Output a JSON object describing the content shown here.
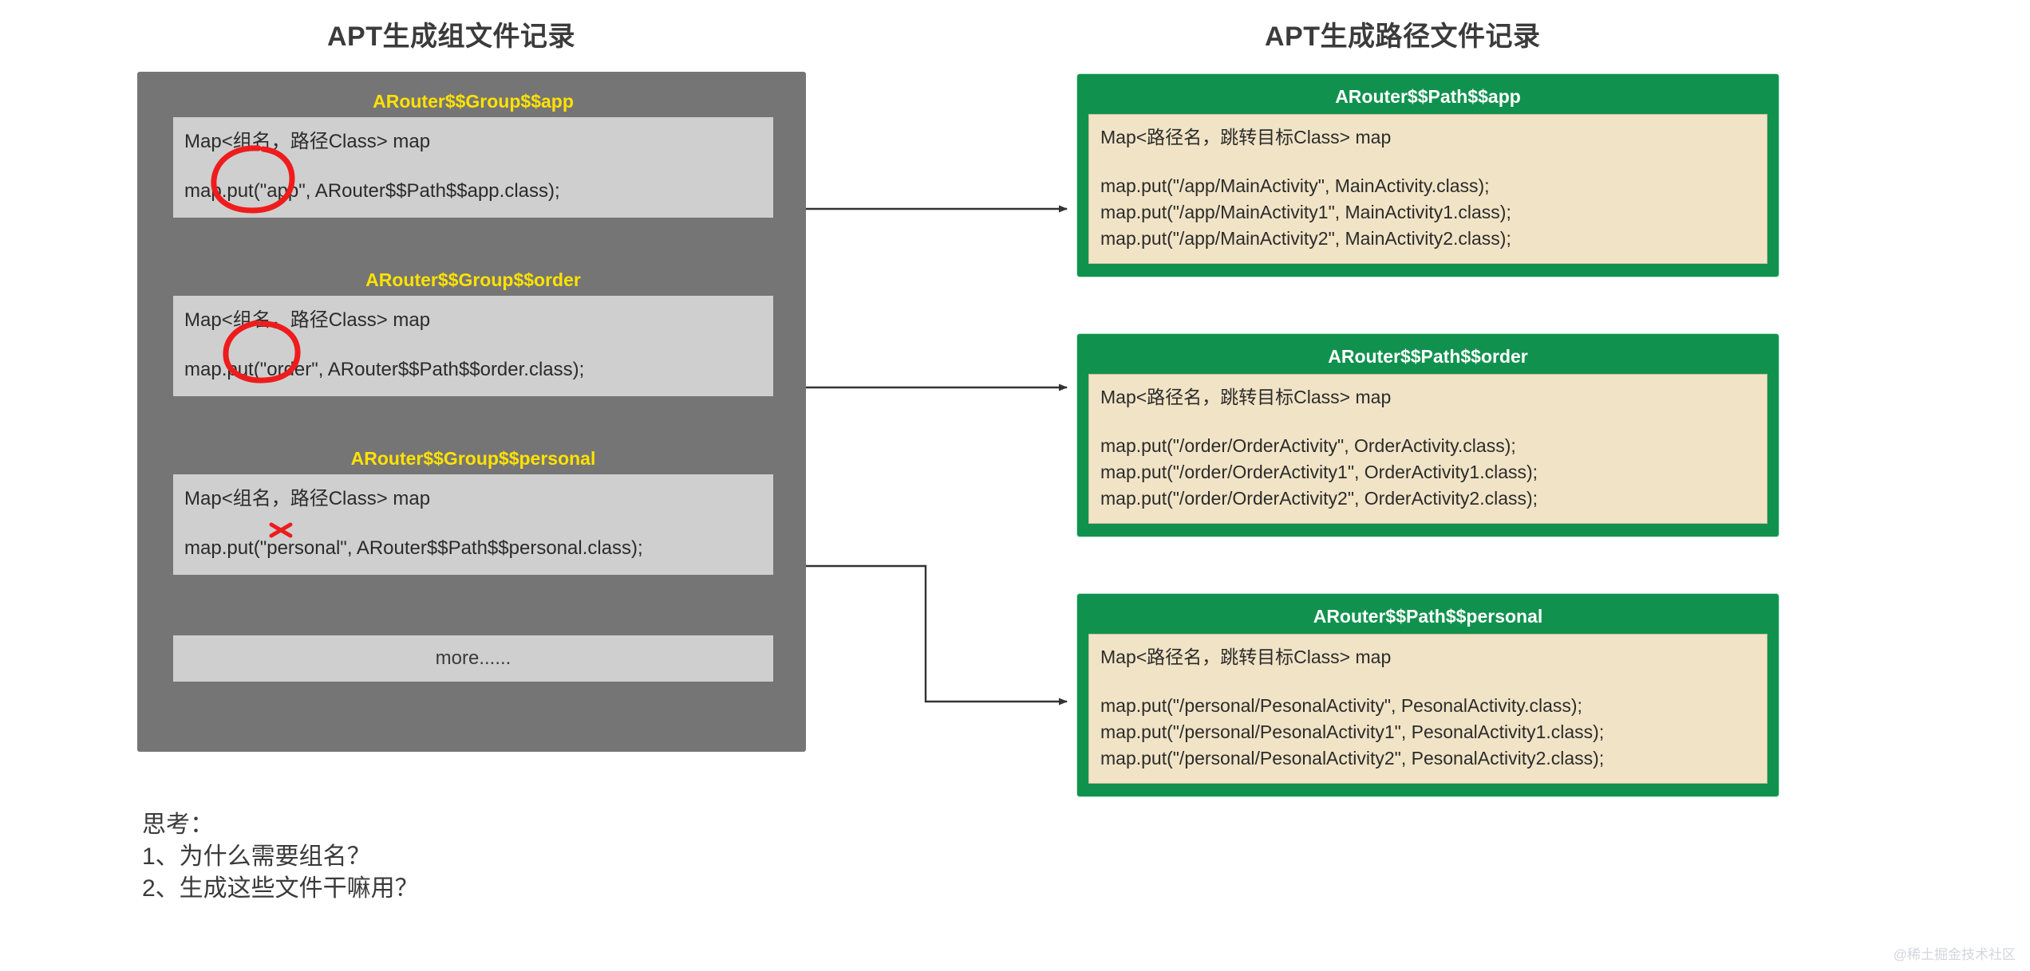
{
  "headings": {
    "left": "APT生成组文件记录",
    "right": "APT生成路径文件记录"
  },
  "colors": {
    "panel_gray": "#757575",
    "inner_gray": "#cfcfcf",
    "card_green": "#10924e",
    "inner_beige": "#f1e4c6",
    "group_title_yellow": "#ffe200",
    "annotation_red": "#ee1c1c",
    "arrow": "#333333"
  },
  "group_panel": {
    "blocks": [
      {
        "title": "ARouter$$Group$$app",
        "map_decl": "Map<组名，路径Class> map",
        "put_line": "map.put(\"app\", ARouter$$Path$$app.class);",
        "annotation": "red-circle"
      },
      {
        "title": "ARouter$$Group$$order",
        "map_decl": "Map<组名，路径Class> map",
        "put_line": "map.put(\"order\", ARouter$$Path$$order.class);",
        "annotation": "red-circle"
      },
      {
        "title": "ARouter$$Group$$personal",
        "map_decl": "Map<组名，路径Class> map",
        "put_line": "map.put(\"personal\", ARouter$$Path$$personal.class);",
        "annotation": "red-strike"
      }
    ],
    "more_label": "more......"
  },
  "path_panel": {
    "cards": [
      {
        "title": "ARouter$$Path$$app",
        "map_decl": "Map<路径名，跳转目标Class> map",
        "put_lines": [
          "map.put(\"/app/MainActivity\", MainActivity.class);",
          "map.put(\"/app/MainActivity1\", MainActivity1.class);",
          "map.put(\"/app/MainActivity2\", MainActivity2.class);"
        ]
      },
      {
        "title": "ARouter$$Path$$order",
        "map_decl": "Map<路径名，跳转目标Class> map",
        "put_lines": [
          "map.put(\"/order/OrderActivity\", OrderActivity.class);",
          "map.put(\"/order/OrderActivity1\", OrderActivity1.class);",
          "map.put(\"/order/OrderActivity2\", OrderActivity2.class);"
        ]
      },
      {
        "title": "ARouter$$Path$$personal",
        "map_decl": "Map<路径名，跳转目标Class> map",
        "put_lines": [
          "map.put(\"/personal/PesonalActivity\", PesonalActivity.class);",
          "map.put(\"/personal/PesonalActivity1\", PesonalActivity1.class);",
          "map.put(\"/personal/PesonalActivity2\", PesonalActivity2.class);"
        ]
      }
    ]
  },
  "notes": {
    "heading": "思考：",
    "items": [
      "1、为什么需要组名？",
      "2、生成这些文件干嘛用？"
    ]
  },
  "watermark": "@稀土掘金技术社区"
}
